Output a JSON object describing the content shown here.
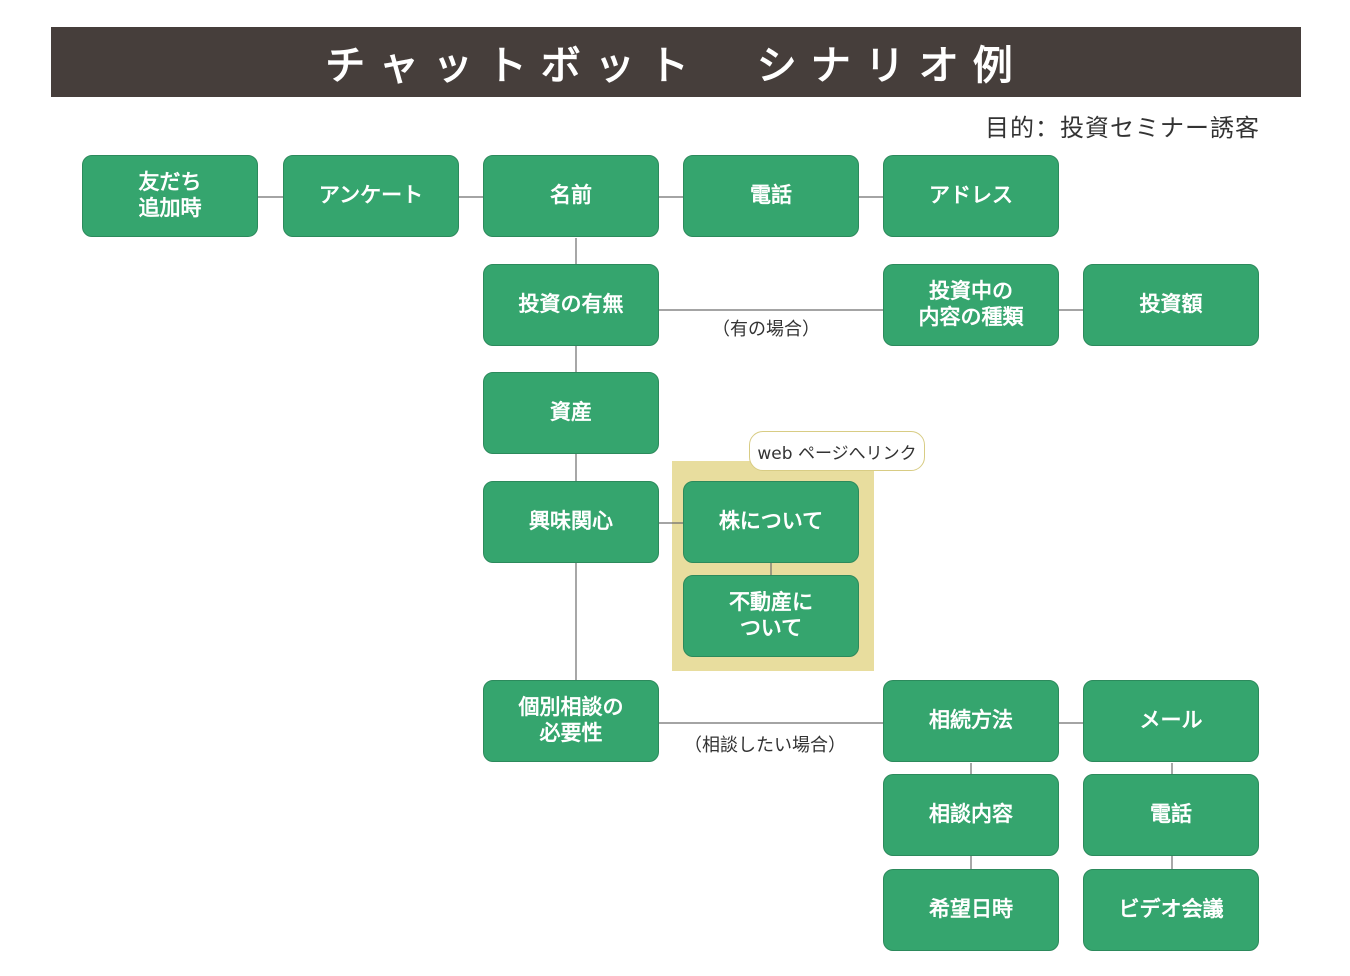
{
  "header": {
    "title": "チャットボット　シナリオ例",
    "purpose": "目的：投資セミナー誘客"
  },
  "colors": {
    "title_bar": "#463e3b",
    "node_fill": "#35a56e",
    "node_border": "#2c8a5c",
    "highlight": "#e8dd9e",
    "connector": "#6d6d6d"
  },
  "nodes": {
    "friend_added": "友だち\n追加時",
    "survey": "アンケート",
    "name": "名前",
    "phone": "電話",
    "address": "アドレス",
    "investing": "投資の有無",
    "invest_types": "投資中の\n内容の種類",
    "invest_amount": "投資額",
    "assets": "資産",
    "interests": "興味関心",
    "about_stocks": "株について",
    "about_real_estate": "不動産に\nついて",
    "consult_need": "個別相談の\n必要性",
    "contact_method": "相続方法",
    "mail": "メール",
    "phone_2": "電話",
    "consult_content": "相談内容",
    "video_meeting": "ビデオ会議",
    "preferred_datetime": "希望日時"
  },
  "branch_labels": {
    "if_investing": "（有の場合）",
    "if_consult": "（相談したい場合）"
  },
  "callout": {
    "text": "web ページへリンク"
  }
}
